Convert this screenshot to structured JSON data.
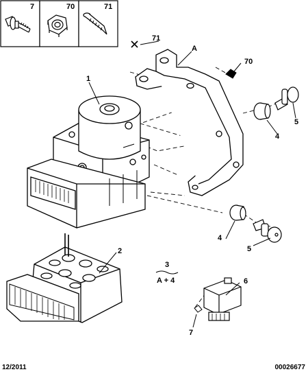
{
  "legend_boxes": [
    {
      "label": "7",
      "icon": "bolt-with-washer-icon"
    },
    {
      "label": "70",
      "icon": "hex-nut-icon"
    },
    {
      "label": "71",
      "icon": "self-tapping-screw-icon"
    }
  ],
  "callouts": {
    "c1": "1",
    "c2": "2",
    "c3": "3",
    "c3_formula": "A + 4",
    "c4_upper": "4",
    "c4_lower": "4",
    "c5_upper": "5",
    "c5_lower": "5",
    "c6": "6",
    "c7": "7",
    "c70": "70",
    "c71": "71",
    "cA": "A"
  },
  "footer": {
    "date": "12/2011",
    "reference": "00026677"
  },
  "colors": {
    "line": "#000000",
    "background": "#ffffff"
  }
}
